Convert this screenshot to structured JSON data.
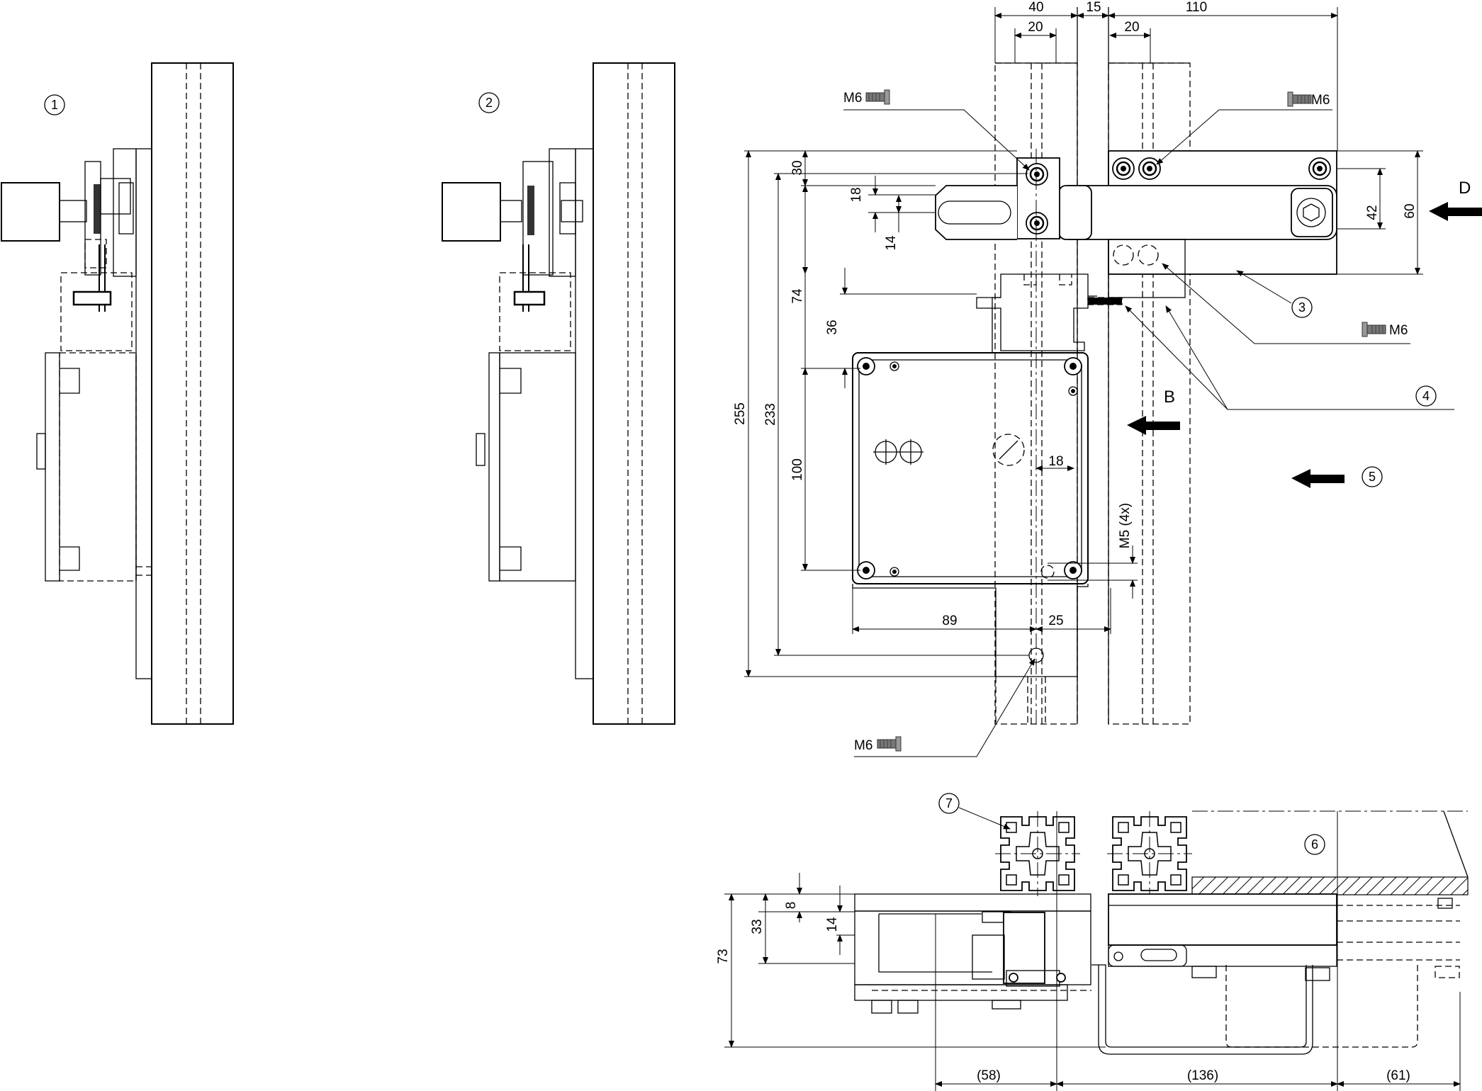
{
  "callouts": {
    "c1": "1",
    "c2": "2",
    "c3": "3",
    "c4": "4",
    "c5": "5",
    "c6": "6",
    "c7": "7"
  },
  "views": {
    "d": "D",
    "b": "B"
  },
  "screws": {
    "top_left": "M6",
    "top_right": "M6",
    "right": "M6",
    "bottom": "M6"
  },
  "front_dims": {
    "top_40": "40",
    "top_15": "15",
    "top_110": "110",
    "top_20_left": "20",
    "top_20_right": "20",
    "d30": "30",
    "d18_v": "18",
    "d14": "14",
    "d74": "74",
    "d36": "36",
    "d255": "255",
    "d233": "233",
    "d100": "100",
    "d18_h": "18",
    "m5": "M5 (4x)",
    "d89": "89",
    "d25": "25",
    "d42": "42",
    "d60": "60"
  },
  "bottom_dims": {
    "d8": "8",
    "d33": "33",
    "d14": "14",
    "d73": "73",
    "d58": "(58)",
    "d136": "(136)",
    "d61": "(61)"
  }
}
